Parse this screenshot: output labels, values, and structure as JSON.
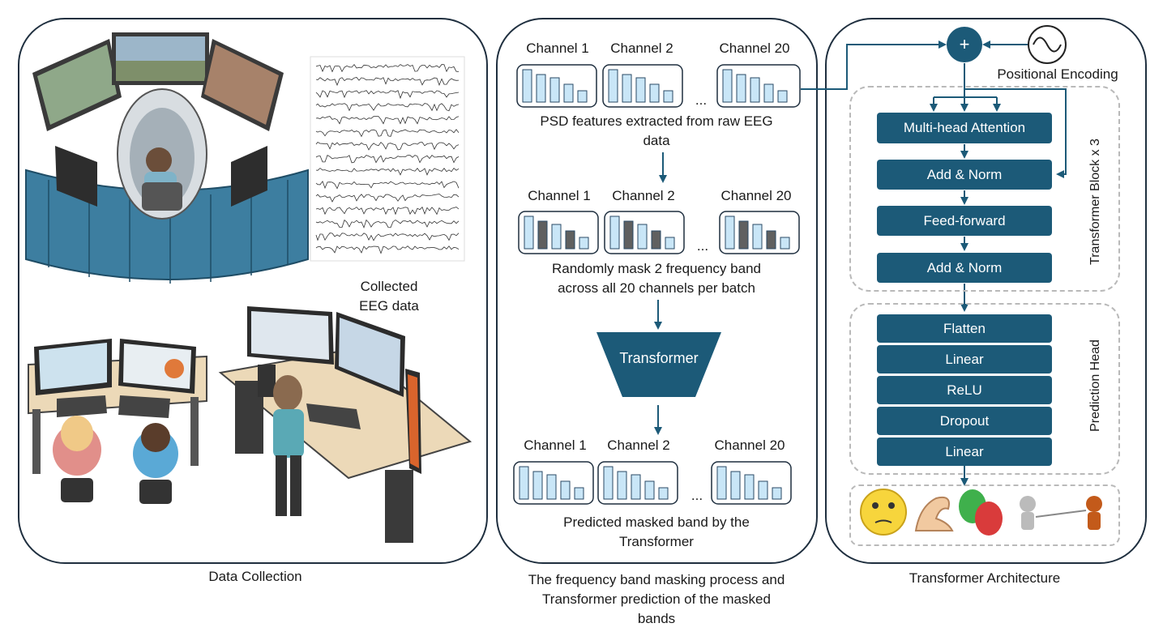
{
  "captions": {
    "left": "Data Collection",
    "middle_line1": "The frequency band masking process and",
    "middle_line2": "Transformer prediction of the masked",
    "middle_line3": "bands",
    "right": "Transformer Architecture"
  },
  "collection": {
    "eeg_label_line1": "Collected",
    "eeg_label_line2": "EEG data"
  },
  "masking": {
    "channel_labels": [
      "Channel 1",
      "Channel 2",
      "Channel 20"
    ],
    "ellipsis": "...",
    "row1_text_line1": "PSD features extracted from raw EEG",
    "row1_text_line2": "data",
    "row2_text_line1": "Randomly mask 2 frequency band",
    "row2_text_line2": "across all 20 channels per batch",
    "transformer_label": "Transformer",
    "row3_text_line1": "Predicted masked band by the",
    "row3_text_line2": "Transformer"
  },
  "architecture": {
    "plus_symbol": "+",
    "positional_encoding": "Positional Encoding",
    "transformer_block_label": "Transformer Block x 3",
    "block_layers": [
      "Multi-head Attention",
      "Add & Norm",
      "Feed-forward",
      "Add & Norm"
    ],
    "prediction_head_label": "Prediction Head",
    "head_layers": [
      "Flatten",
      "Linear",
      "ReLU",
      "Dropout",
      "Linear"
    ]
  },
  "colors": {
    "accent": "#1c5a78",
    "bar_fill": "#c9e6f7",
    "bar_masked": "#606060",
    "panel_border": "#1f2f3f",
    "dashed": "#b9b9b9"
  }
}
